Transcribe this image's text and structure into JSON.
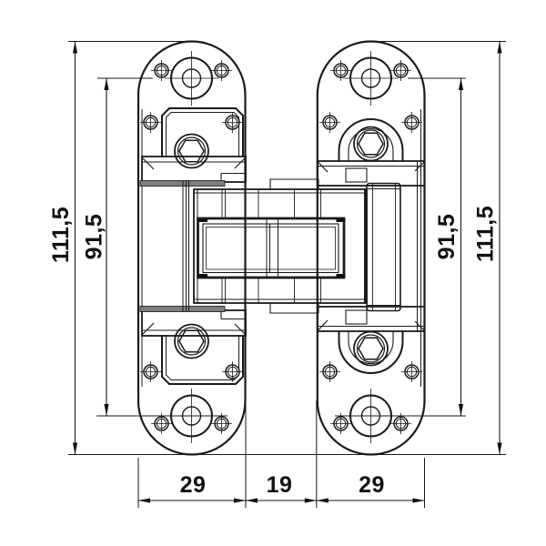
{
  "drawing": {
    "description": "Technical dimension drawing of a concealed door hinge, front view, two mounting plates joined by a central hinge arm",
    "background_color": "#ffffff",
    "line_color": "#1a1a1a",
    "extension_line_gray": "#999999",
    "dimensions": {
      "left_outer": "111,5",
      "left_inner": "91,5",
      "right_inner": "91,5",
      "right_outer": "111,5",
      "bottom_left": "29",
      "bottom_middle": "19",
      "bottom_right": "29"
    }
  }
}
